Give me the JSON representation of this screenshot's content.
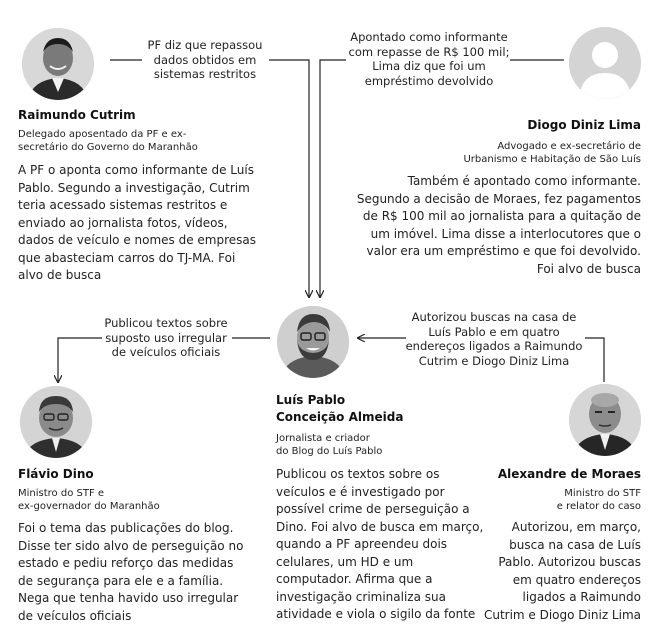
{
  "people": {
    "cutrim": {
      "name": "Raimundo Cutrim",
      "role": [
        "Delegado aposentado da PF e ex-",
        "secretário do Governo do Maranhão"
      ],
      "desc": [
        "A PF o aponta como informante de Luís",
        "Pablo. Segundo a investigação, Cutrim",
        "teria acessado sistemas restritos e",
        "enviado ao jornalista fotos, vídeos,",
        "dados de veículo e nomes de empresas",
        "que abasteciam carros do TJ-MA. Foi",
        "alvo de busca"
      ]
    },
    "diogo": {
      "name": "Diogo Diniz Lima",
      "role": [
        "Advogado e ex-secretário de",
        "Urbanismo e Habitação de São Luís"
      ],
      "desc": [
        "Também é apontado como informante.",
        "Segundo a decisão de Moraes, fez pagamentos",
        "de R$ 100 mil ao jornalista para a quitação de",
        "um imóvel. Lima disse a interlocutores que o",
        "valor era um empréstimo e que foi devolvido.",
        "Foi alvo de busca"
      ]
    },
    "pablo": {
      "name": [
        "Luís Pablo",
        "Conceição Almeida"
      ],
      "role": [
        "Jornalista e criador",
        "do Blog do Luís Pablo"
      ],
      "desc": [
        "Publicou os textos sobre os",
        "veículos e é investigado por",
        "possível crime de perseguição a",
        "Dino. Foi alvo de busca em março,",
        "quando a PF apreendeu dois",
        "celulares, um HD e um",
        "computador. Afirma que a",
        "investigação criminaliza sua",
        "atividade e viola o sigilo da fonte"
      ]
    },
    "dino": {
      "name": "Flávio Dino",
      "role": [
        "Ministro do STF e",
        "ex-governador do Maranhão"
      ],
      "desc": [
        "Foi o tema das publicações do blog.",
        "Disse ter sido alvo de perseguição no",
        "estado e pediu reforço das medidas",
        "de segurança para ele e a família.",
        "Nega que tenha havido uso irregular",
        "de veículos oficiais"
      ]
    },
    "moraes": {
      "name": "Alexandre de Moraes",
      "role": [
        "Ministro do STF",
        "e relator do caso"
      ],
      "desc": [
        "Autorizou, em março,",
        "busca na casa de Luís",
        "Pablo. Autorizou buscas",
        "em quatro endereços",
        "ligados a Raimundo",
        "Cutrim e Diogo Diniz Lima"
      ]
    }
  },
  "edges": {
    "cutrim_pablo": [
      "PF diz que repassou",
      "dados obtidos em",
      "sistemas restritos"
    ],
    "diogo_pablo": [
      "Apontado como informante",
      "com repasse de R$ 100 mil;",
      "Lima diz que foi um",
      "empréstimo devolvido"
    ],
    "pablo_dino": [
      "Publicou textos sobre",
      "suposto uso irregular",
      "de veículos oficiais"
    ],
    "moraes_pablo": [
      "Autorizou buscas na casa de",
      "Luís Pablo e em quatro",
      "endereços ligados a Raimundo",
      "Cutrim e Diogo Diniz Lima"
    ]
  },
  "icons": [
    "portrait-cutrim",
    "portrait-placeholder-diogo",
    "portrait-pablo",
    "portrait-dino",
    "portrait-moraes"
  ],
  "colors": {
    "line": "#222222",
    "text": "#222222",
    "placeholder": "#d4d4d4"
  }
}
